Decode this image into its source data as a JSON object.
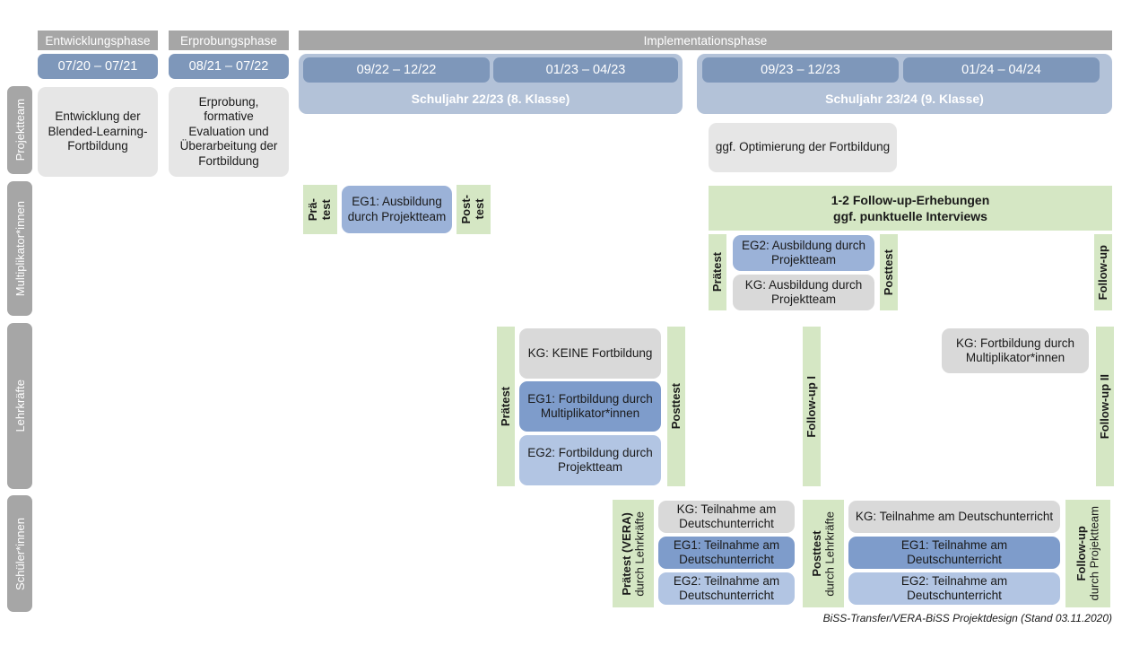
{
  "timeline": {
    "phases": [
      {
        "label": "Entwicklungsphase",
        "dates": [
          "07/20 – 07/21"
        ]
      },
      {
        "label": "Erprobungsphase",
        "dates": [
          "08/21 – 07/22"
        ]
      },
      {
        "label": "Implementationsphase",
        "dates": [
          "09/22 – 12/22",
          "01/23 – 04/23",
          "09/23 – 12/23",
          "01/24 – 04/24"
        ]
      }
    ],
    "school_years": [
      {
        "label": "Schuljahr 22/23 (8. Klasse)"
      },
      {
        "label": "Schuljahr 23/24 (9. Klasse)"
      }
    ]
  },
  "rows": {
    "projektteam": {
      "label": "Projektteam"
    },
    "multiplikatoren": {
      "label": "Multiplikator*innen"
    },
    "lehrkraefte": {
      "label": "Lehrkräfte"
    },
    "schueler": {
      "label": "Schüler*innen"
    }
  },
  "projektteam": {
    "entwicklung": "Entwicklung der Blended-Learning-Fortbildung",
    "erprobung": "Erprobung, formative Evaluation und Überarbeitung der Fortbildung",
    "optimierung": "ggf. Optimierung der Fortbildung"
  },
  "multiplikatoren": {
    "praetest_1_line1": "Prä-",
    "praetest_1_line2": "test",
    "posttest_1_line1": "Post-",
    "posttest_1_line2": "test",
    "eg1_ausbildung": "EG1: Ausbildung durch Projektteam",
    "praetest_2": "Prätest",
    "posttest_2": "Posttest",
    "followup": "Follow-up",
    "eg2_ausbildung": "EG2: Ausbildung durch Projektteam",
    "kg_ausbildung": "KG: Ausbildung durch Projektteam",
    "erhebungen_line1": "1-2 Follow-up-Erhebungen",
    "erhebungen_line2": "ggf. punktuelle Interviews"
  },
  "lehrkraefte": {
    "praetest": "Prätest",
    "posttest": "Posttest",
    "followup_1": "Follow-up I",
    "followup_2": "Follow-up II",
    "kg_keine": "KG:  KEINE Fortbildung",
    "eg1_fortbildung": "EG1: Fortbildung durch Multiplikator*innen",
    "eg2_fortbildung": "EG2: Fortbildung durch Projektteam",
    "kg_fortbildung": "KG: Fortbildung durch Multiplikator*innen"
  },
  "schueler": {
    "praetest_main": "Prätest (VERA)",
    "praetest_sub": "durch Lehrkräfte",
    "posttest_main": "Posttest",
    "posttest_sub": "durch Lehrkräfte",
    "followup_main": "Follow-up",
    "followup_sub": "durch Projektteam",
    "left": {
      "kg": "KG: Teilnahme am Deutschunterricht",
      "eg1": "EG1: Teilnahme am Deutschunterricht",
      "eg2": "EG2: Teilnahme am Deutschunterricht"
    },
    "right": {
      "kg": "KG: Teilnahme am Deutschunterricht",
      "eg1": "EG1: Teilnahme am Deutschunterricht",
      "eg2": "EG2: Teilnahme am Deutschunterricht"
    }
  },
  "footer": {
    "text": "BiSS-Transfer/VERA-BiSS Projektdesign (Stand 03.11.2020)"
  },
  "colors": {
    "grey_header": "#a6a6a6",
    "date_chip": "#7e97ba",
    "year_box": "#b3c2d8",
    "green_strip": "#d5e7c4",
    "box_grey": "#e6e6e6",
    "box_grey_dark": "#d9d9d9",
    "box_blue": "#9bb2d8",
    "box_blue_dark": "#7e9ccb",
    "box_blue_light": "#b2c5e3"
  }
}
